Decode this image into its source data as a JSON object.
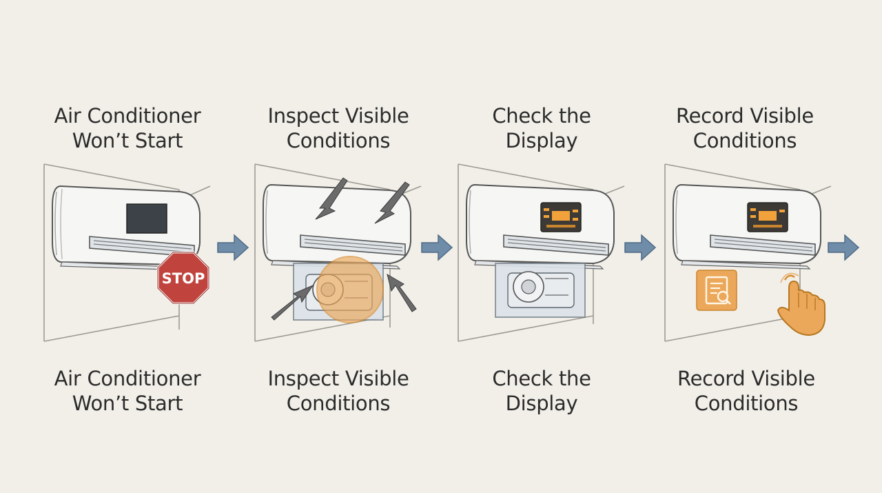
{
  "colors": {
    "background": "#f1efe8",
    "arrow": "#6f8ca8",
    "stop_red": "#c0433d",
    "highlight_orange": "#eba85a",
    "display_amber": "#f2a23a"
  },
  "steps": [
    {
      "title": "Air Conditioner\nWon’t Start",
      "caption": "Air Conditioner\nWon’t Start",
      "badge": "STOP"
    },
    {
      "title": "Inspect Visible\nConditions",
      "caption": "Inspect Visible\nConditions"
    },
    {
      "title": "Check the\nDisplay",
      "caption": "Check the\nDisplay"
    },
    {
      "title": "Record Visible\nConditions",
      "caption": "Record Visible\nConditions"
    }
  ],
  "icons": {
    "stop": "stop-sign-icon",
    "inspect_arrows": "pointer-arrow-icon",
    "document": "document-search-icon",
    "hand": "tap-hand-icon",
    "flow": "arrow-right-icon"
  }
}
